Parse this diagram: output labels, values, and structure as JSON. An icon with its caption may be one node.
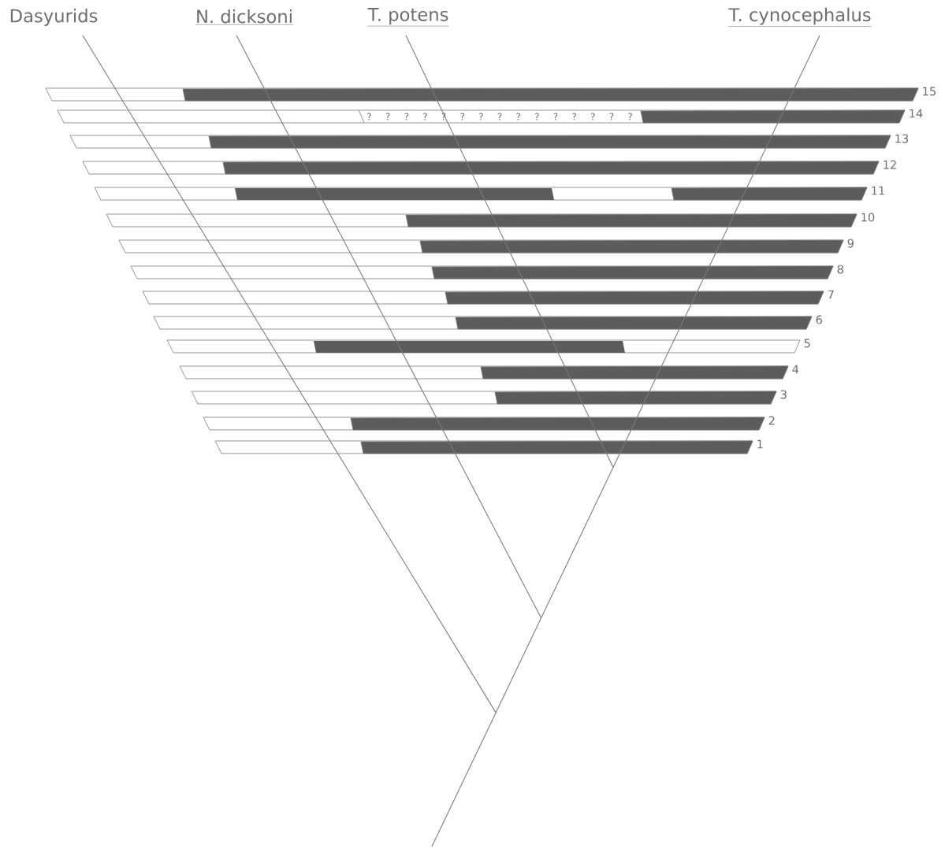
{
  "diagram": {
    "labels": [
      "Dasyurids",
      "N. dicksoni",
      "T. potens",
      "T. cynocephalus",
      "15",
      "? ? ? ? ? ? ? ? ? ? ? ? ? ? ?",
      "14",
      "13",
      "12",
      "11",
      "10",
      "9",
      "8",
      "7",
      "6",
      "5",
      "4",
      "3",
      "2",
      "1"
    ]
  }
}
